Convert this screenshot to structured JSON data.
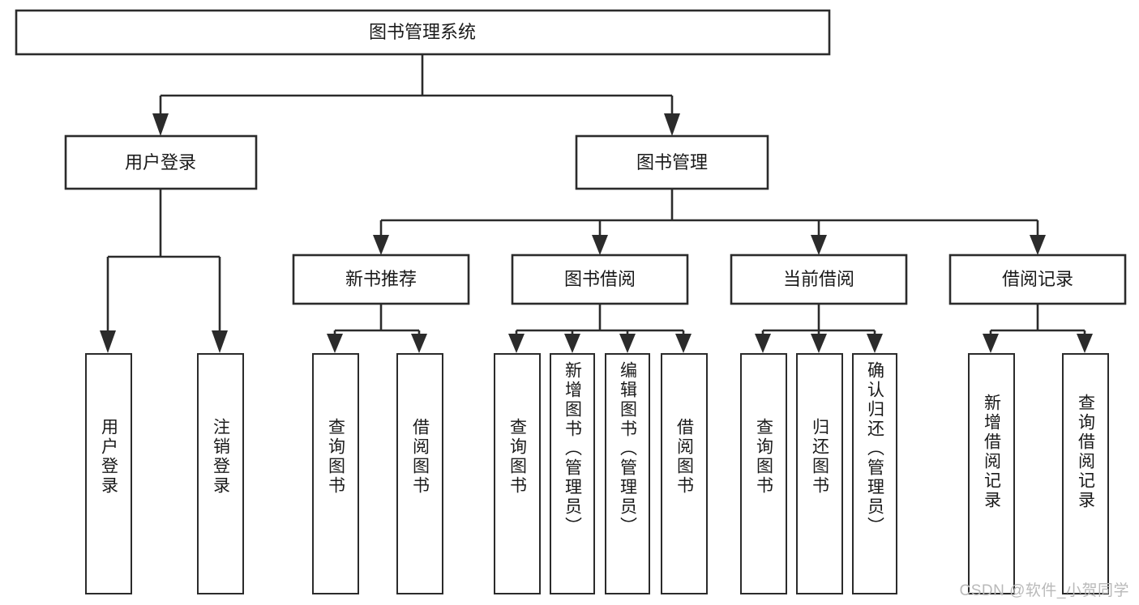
{
  "diagram": {
    "type": "hierarchy-tree",
    "title": "图书管理系统",
    "watermark": "CSDN @软件_小贺同学",
    "colors": {
      "stroke": "#2b2b2b",
      "fill": "#ffffff",
      "text": "#1a1a1a",
      "watermark": "#b9b9b9"
    },
    "levels": {
      "root": {
        "label": "图书管理系统"
      },
      "level2": [
        {
          "label": "用户登录"
        },
        {
          "label": "图书管理"
        }
      ],
      "level3": [
        {
          "label": "新书推荐"
        },
        {
          "label": "图书借阅"
        },
        {
          "label": "当前借阅"
        },
        {
          "label": "借阅记录"
        }
      ],
      "leaves": [
        {
          "label": "用户登录",
          "parent": "用户登录"
        },
        {
          "label": "注销登录",
          "parent": "用户登录"
        },
        {
          "label": "查询图书",
          "parent": "新书推荐"
        },
        {
          "label": "借阅图书",
          "parent": "新书推荐"
        },
        {
          "label": "查询图书",
          "parent": "图书借阅"
        },
        {
          "label": "新增图书（管理员）",
          "parent": "图书借阅"
        },
        {
          "label": "编辑图书（管理员）",
          "parent": "图书借阅"
        },
        {
          "label": "借阅图书",
          "parent": "图书借阅"
        },
        {
          "label": "查询图书",
          "parent": "当前借阅"
        },
        {
          "label": "归还图书",
          "parent": "当前借阅"
        },
        {
          "label": "确认归还（管理员）",
          "parent": "当前借阅"
        },
        {
          "label": "新增借阅记录",
          "parent": "借阅记录"
        },
        {
          "label": "查询借阅记录",
          "parent": "借阅记录"
        }
      ]
    }
  }
}
